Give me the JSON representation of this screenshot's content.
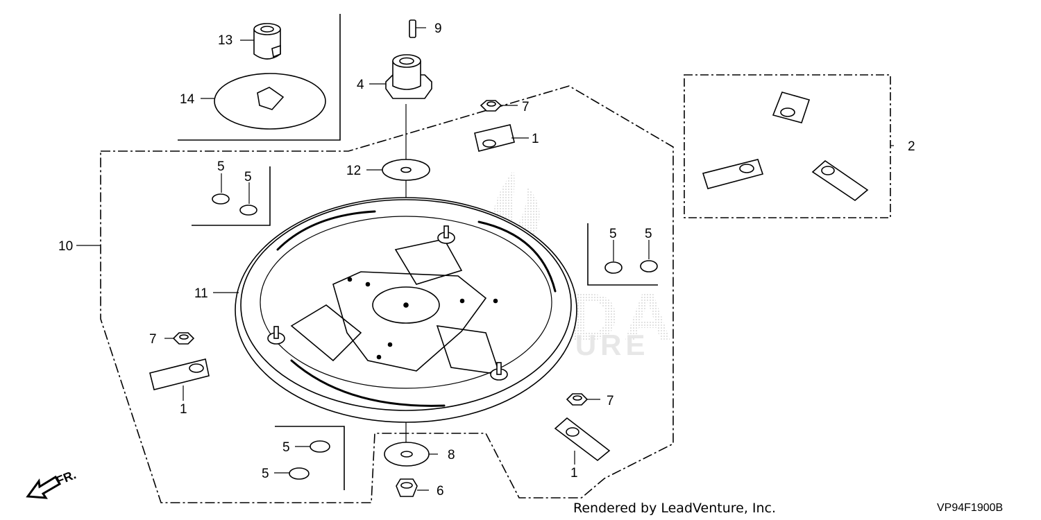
{
  "callouts": {
    "c1a": "1",
    "c1b": "1",
    "c1c": "1",
    "c2": "2",
    "c4": "4",
    "c5a": "5",
    "c5b": "5",
    "c5c": "5",
    "c5d": "5",
    "c5e": "5",
    "c5f": "5",
    "c6": "6",
    "c7a": "7",
    "c7b": "7",
    "c7c": "7",
    "c8": "8",
    "c9": "9",
    "c10": "10",
    "c11": "11",
    "c12": "12",
    "c13": "13",
    "c14": "14"
  },
  "direction_label": "FR.",
  "watermark": {
    "brand": "HONDA",
    "provider": "LEADVENTURE"
  },
  "footer": {
    "credit": "Rendered by LeadVenture, Inc.",
    "code": "VP94F1900B"
  },
  "colors": {
    "line": "#000000",
    "watermark": "#d9d9d9",
    "background": "#ffffff"
  }
}
